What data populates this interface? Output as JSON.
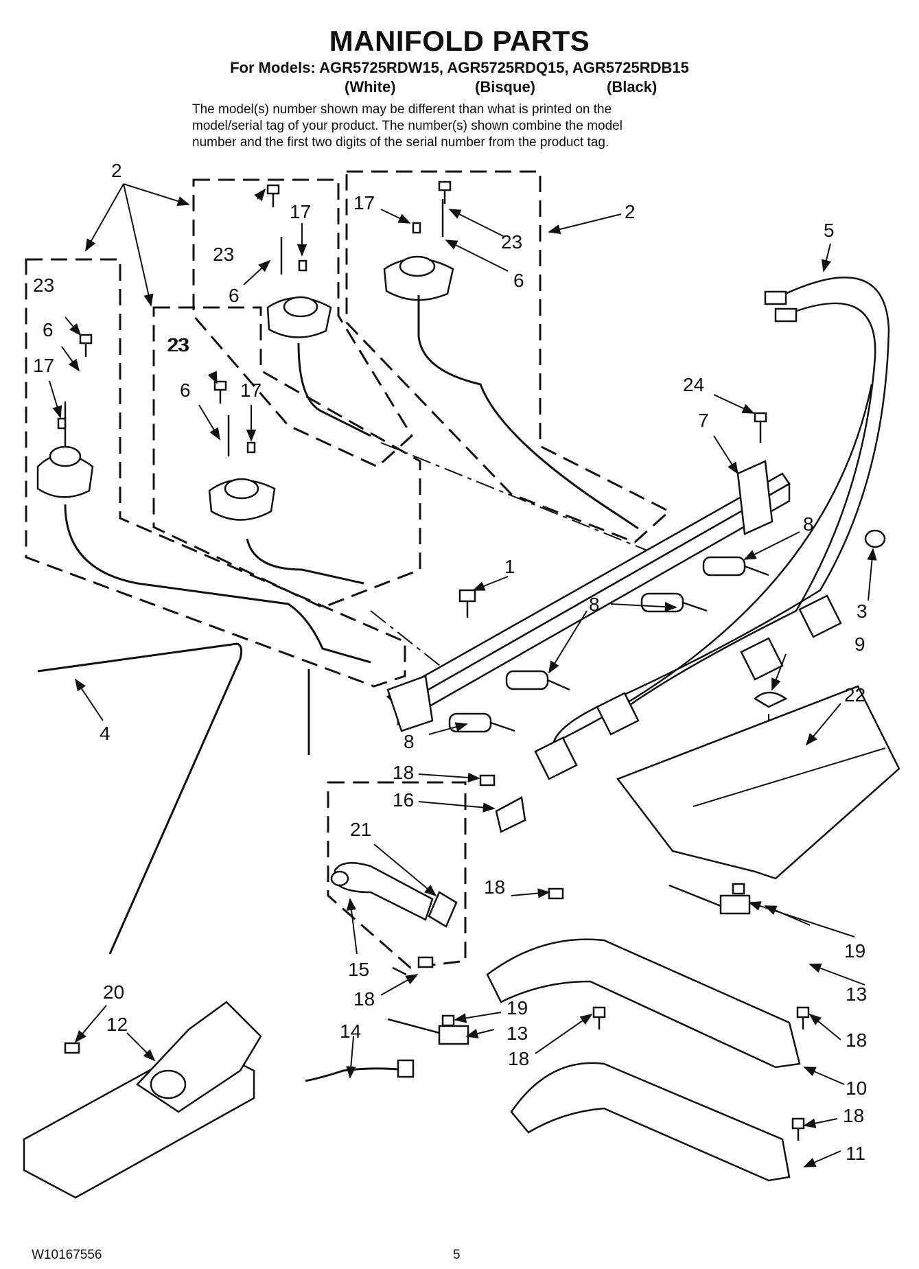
{
  "header": {
    "title": "MANIFOLD PARTS",
    "models": "For Models: AGR5725RDW15, AGR5725RDQ15, AGR5725RDB15",
    "colors": [
      "(White)",
      "(Bisque)",
      "(Black)"
    ],
    "disclaimer": [
      "The model(s) number shown may be different than what is printed on the",
      "model/serial tag of your product. The number(s) shown combine the model",
      "number and the first two digits of the serial number from the product tag."
    ]
  },
  "callouts": [
    "2",
    "23",
    "17",
    "23",
    "6",
    "2",
    "17",
    "23",
    "6",
    "5",
    "23",
    "6",
    "17",
    "23",
    "6",
    "17",
    "24",
    "7",
    "8",
    "1",
    "3",
    "8",
    "9",
    "22",
    "4",
    "8",
    "18",
    "16",
    "21",
    "18",
    "20",
    "12",
    "15",
    "19",
    "13",
    "18",
    "19",
    "14",
    "13",
    "18",
    "18",
    "10",
    "18",
    "11"
  ],
  "footer": {
    "doc_number": "W10167556",
    "page": "5"
  }
}
